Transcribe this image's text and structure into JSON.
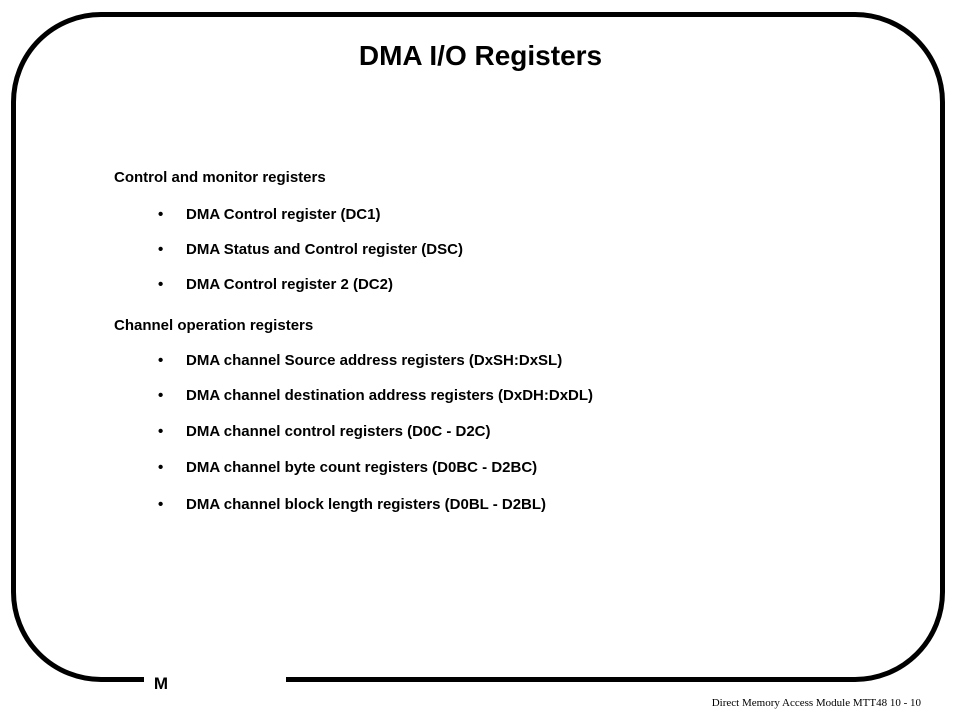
{
  "slide": {
    "title": "DMA I/O Registers",
    "sections": [
      {
        "heading": "Control and monitor registers",
        "items": [
          "DMA Control register (DC1)",
          "DMA Status and Control register (DSC)",
          "DMA Control register 2 (DC2)"
        ]
      },
      {
        "heading": "Channel operation registers",
        "items": [
          "DMA channel Source address registers (DxSH:DxSL)",
          "DMA channel destination address registers (DxDH:DxDL)",
          "DMA channel control registers (D0C - D2C)",
          "DMA channel byte count registers (D0BC - D2BC)",
          "DMA channel block length registers (D0BL - D2BL)"
        ]
      }
    ],
    "bullet_symbol": "•",
    "logo_letter": "M",
    "footer": "Direct  Memory Access Module MTT48  10 - 10"
  }
}
